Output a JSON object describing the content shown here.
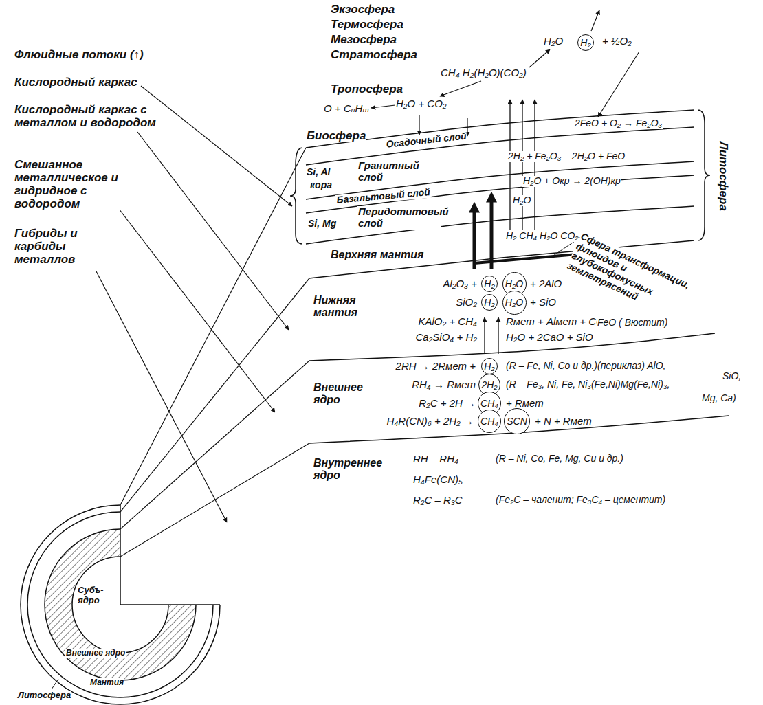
{
  "diagram": {
    "nodes": [
      {
        "text": [
          "H₂"
        ]
      },
      {
        "text": [
          "H₂"
        ]
      },
      {
        "text": [
          "H₂O"
        ]
      },
      {
        "text": [
          "H₂"
        ]
      },
      {
        "text": [
          "H₂O"
        ]
      },
      {
        "text": [
          "H₂"
        ]
      },
      {
        "text": [
          "2H₂"
        ]
      },
      {
        "text": [
          "CH₄"
        ]
      },
      {
        "text": [
          "CH₄"
        ]
      },
      {
        "text": [
          "SCN"
        ]
      }
    ],
    "labels": [
      "Флюидные потоки (↑)",
      "Кислородный каркас",
      "Кислородный каркас с металлом и водородом",
      "Смешанное металлическое и гидридное с водородом",
      "Гибриды и карбиды металлов",
      "Экзосфера",
      "Термосфера",
      "Мезосфера",
      "Стратосфера",
      "Тропосфера",
      "Биосфера",
      "Осадочный слой",
      "Гранитный слой",
      "Базальтовый слой",
      "Перидотитовый слой",
      "Si, Al",
      "кора",
      "Si, Mg",
      "Литосфера",
      "Верхняя мантия",
      "Сфера трансформации, флюидов и глубокофокусных землетрясений",
      "Нижняя мантия",
      "Внешнее ядро",
      "Внутреннее ядро",
      "Субъ-ядро",
      "Внешнее ядро",
      "Мантия",
      "Литосфера",
      "H₂O",
      "+ ½O₂",
      "CH₄ H₂(H₂O)(CO₂)",
      "O + CₙHₘ",
      "H₂O + CO₂",
      "2FeO + O₂ → Fe₂O₃",
      "2H₂ + Fe₂O₃ – 2H₂O + FeO",
      "H₂O + Oкр → 2(OH)кр",
      "H₂O",
      "H₂ CH₄ H₂O CO₂",
      "Al₂O₃ +",
      "+ 2AlO",
      "SiO₂",
      "+ SiO",
      "KAlO₂ + CH₄",
      "Rмет + Alмет + CO₂",
      "Ca₂SiO₄ + H₂",
      "H₂O + 2CaO + SiO",
      "FeO ( Вюстит)",
      "2RH → 2Rмет +",
      "(R – Fe, Ni, Co и др.)(периклаз) AlO,",
      "SiO,",
      "RH₄ → Rмет",
      "(R – Fe₃, Ni, Fe, Ni₃(Fe,Ni)Mg(Fe,Ni)₃,",
      "Mg, Ca)",
      "R₂C + 2H →",
      "+ Rмет",
      "H₄R(CN)₆ + 2H₂ →",
      "+ N + Rмет",
      "RH – RH₄",
      "(R – Ni, Co, Fe, Mg, Cu и др.)",
      "H₄Fe(CN)₅",
      "R₂C – R₃C",
      "(Fe₂C – чаленит; Fe₃C₄ – цементит)"
    ]
  }
}
